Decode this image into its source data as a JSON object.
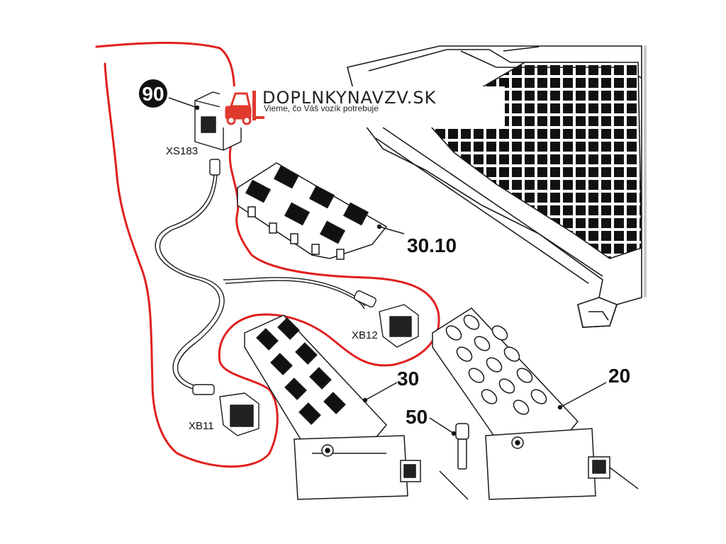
{
  "diagram": {
    "callouts": {
      "c90": "90",
      "c3010": "30.10",
      "c30": "30",
      "c20": "20",
      "c50": "50"
    },
    "connectors": {
      "xs183": "XS183",
      "xb12": "XB12",
      "xb11": "XB11"
    }
  },
  "watermark": {
    "brand": "DOPLNKYNAVZV.SK",
    "tagline": "Vieme, čo Váš vozík potrebuje",
    "brand_color": "#e03a2f"
  },
  "colors": {
    "highlight": "#e02020",
    "line": "#1a1a1a",
    "shade": "#111111"
  }
}
